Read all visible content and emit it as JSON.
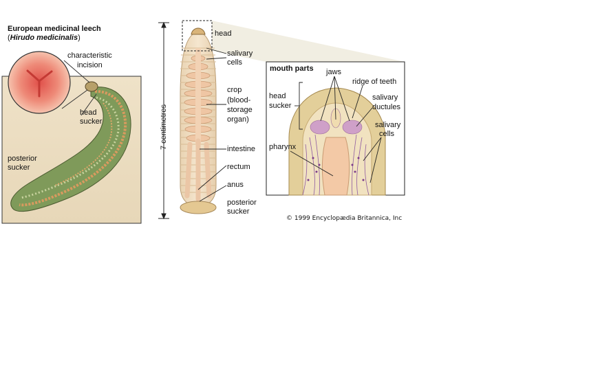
{
  "title": {
    "line1": "European medicinal leech",
    "paren_open": "(",
    "species": "Hirudo medicinalis",
    "paren_close": ")"
  },
  "left_labels": {
    "incision_1": "characteristic",
    "incision_2": "incision",
    "head_sucker_1": "head",
    "head_sucker_2": "sucker",
    "posterior_1": "posterior",
    "posterior_2": "sucker"
  },
  "scale_label": "7 centimetres",
  "middle_labels": {
    "head": "head",
    "salivary_1": "salivary",
    "salivary_2": "cells",
    "crop_1": "crop",
    "crop_2": "(blood-",
    "crop_3": "storage",
    "crop_4": "organ)",
    "intestine": "intestine",
    "rectum": "rectum",
    "anus": "anus",
    "posterior_1": "posterior",
    "posterior_2": "sucker"
  },
  "inset": {
    "title": "mouth parts",
    "jaws": "jaws",
    "ridge": "ridge of teeth",
    "head_sucker_1": "head",
    "head_sucker_2": "sucker",
    "ductules_1": "salivary",
    "ductules_2": "ductules",
    "cells_1": "salivary",
    "cells_2": "cells",
    "pharynx": "pharynx"
  },
  "copyright": "© 1999 Encyclopædia Britannica, Inc"
}
